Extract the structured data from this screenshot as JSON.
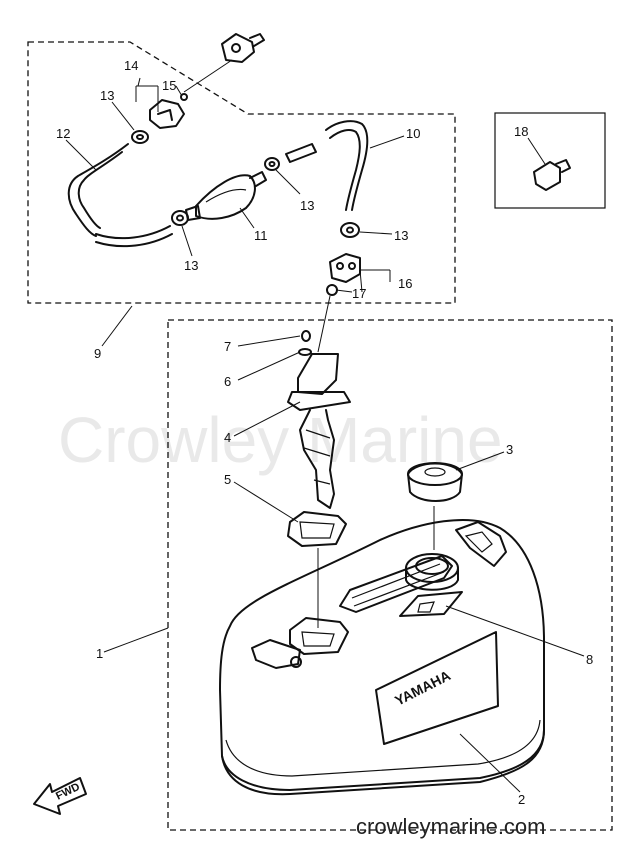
{
  "watermark": "Crowley Marine",
  "footer_url": "crowleymarine.com",
  "brand_label": "YAMAHA",
  "fwd_label": "FWD",
  "parts": {
    "p1": "1",
    "p2": "2",
    "p3": "3",
    "p4": "4",
    "p5": "5",
    "p6": "6",
    "p7": "7",
    "p8": "8",
    "p9": "9",
    "p10": "10",
    "p11": "11",
    "p12": "12",
    "p13a": "13",
    "p13b": "13",
    "p13c": "13",
    "p13d": "13",
    "p14": "14",
    "p15": "15",
    "p16": "16",
    "p17": "17",
    "p18": "18"
  }
}
